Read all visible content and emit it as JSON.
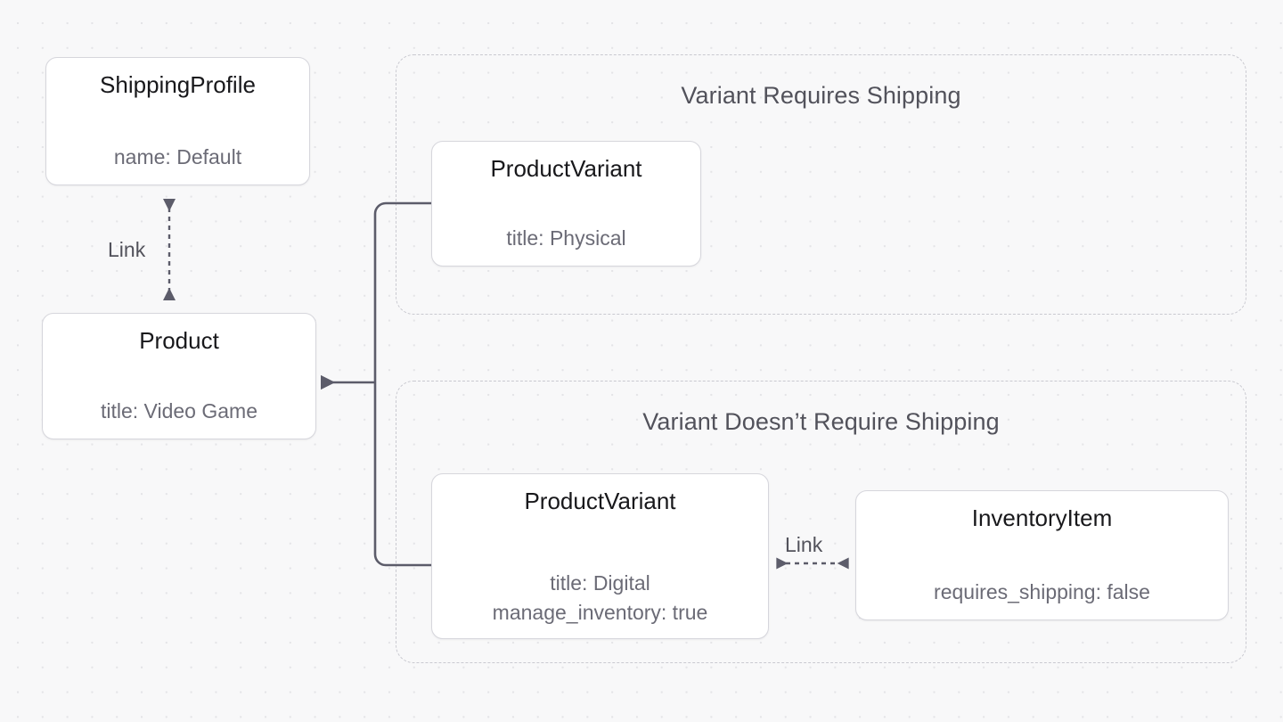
{
  "diagram": {
    "type": "entity-relationship",
    "background_color": "#f8f8f9",
    "grid": "dotted",
    "groups": [
      {
        "id": "group-requires-shipping",
        "title": "Variant Requires Shipping",
        "border_style": "dashed",
        "border_color": "#c9c9d0"
      },
      {
        "id": "group-no-shipping",
        "title": "Variant Doesn’t Require Shipping",
        "border_style": "dashed",
        "border_color": "#c9c9d0"
      }
    ],
    "nodes": [
      {
        "id": "shipping-profile",
        "title": "ShippingProfile",
        "props": [
          "name: Default"
        ]
      },
      {
        "id": "product",
        "title": "Product",
        "props": [
          "title: Video Game"
        ]
      },
      {
        "id": "product-variant-physical",
        "title": "ProductVariant",
        "props": [
          "title: Physical"
        ]
      },
      {
        "id": "product-variant-digital",
        "title": "ProductVariant",
        "props": [
          "title: Digital",
          "manage_inventory: true"
        ]
      },
      {
        "id": "inventory-item",
        "title": "InventoryItem",
        "props": [
          "requires_shipping: false"
        ]
      }
    ],
    "edges": [
      {
        "id": "edge-shippingprofile-product",
        "label": "Link",
        "style": "dashed",
        "arrows": "both",
        "from": "shipping-profile",
        "to": "product",
        "color": "#5c5c6a"
      },
      {
        "id": "edge-variants-product",
        "label": "",
        "style": "solid",
        "arrows": "to-product",
        "from": "product-variant-physical, product-variant-digital",
        "to": "product",
        "color": "#5c5c6a"
      },
      {
        "id": "edge-variant-inventoryitem",
        "label": "Link",
        "style": "dashed",
        "arrows": "both",
        "from": "product-variant-digital",
        "to": "inventory-item",
        "color": "#5c5c6a"
      }
    ]
  }
}
